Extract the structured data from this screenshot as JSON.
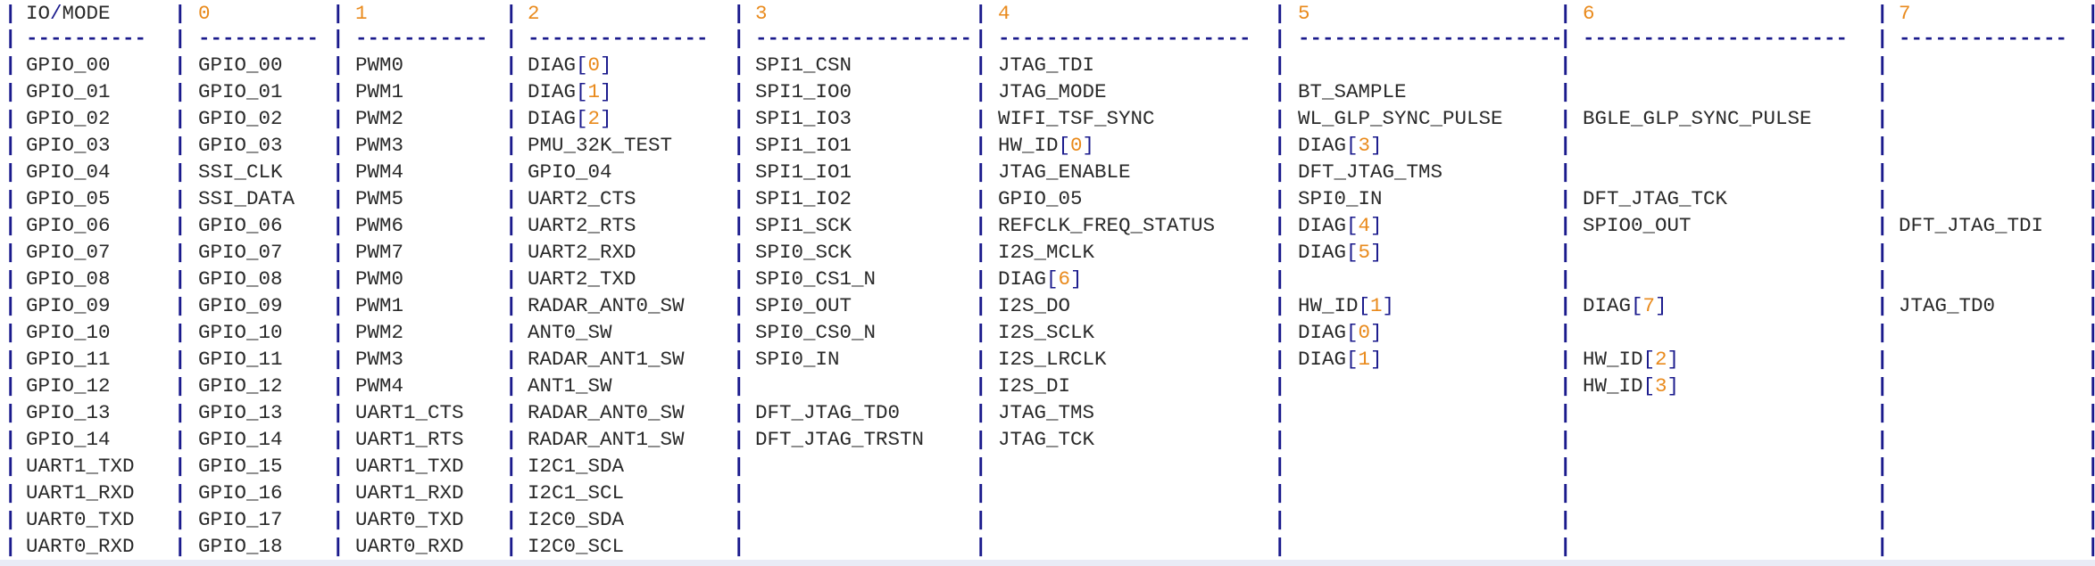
{
  "table": {
    "headers": [
      "IO/MODE",
      "0",
      "1",
      "2",
      "3",
      "4",
      "5",
      "6",
      "7"
    ],
    "rows": [
      [
        "GPIO_00",
        "GPIO_00",
        "PWM0",
        "DIAG[0]",
        "SPI1_CSN",
        "JTAG_TDI",
        "",
        "",
        ""
      ],
      [
        "GPIO_01",
        "GPIO_01",
        "PWM1",
        "DIAG[1]",
        "SPI1_IO0",
        "JTAG_MODE",
        "BT_SAMPLE",
        "",
        ""
      ],
      [
        "GPIO_02",
        "GPIO_02",
        "PWM2",
        "DIAG[2]",
        "SPI1_IO3",
        "WIFI_TSF_SYNC",
        "WL_GLP_SYNC_PULSE",
        "BGLE_GLP_SYNC_PULSE",
        ""
      ],
      [
        "GPIO_03",
        "GPIO_03",
        "PWM3",
        "PMU_32K_TEST",
        "SPI1_IO1",
        "HW_ID[0]",
        "DIAG[3]",
        "",
        ""
      ],
      [
        "GPIO_04",
        "SSI_CLK",
        "PWM4",
        "GPIO_04",
        "SPI1_IO1",
        "JTAG_ENABLE",
        "DFT_JTAG_TMS",
        "",
        ""
      ],
      [
        "GPIO_05",
        "SSI_DATA",
        "PWM5",
        "UART2_CTS",
        "SPI1_IO2",
        "GPIO_05",
        "SPI0_IN",
        "DFT_JTAG_TCK",
        ""
      ],
      [
        "GPIO_06",
        "GPIO_06",
        "PWM6",
        "UART2_RTS",
        "SPI1_SCK",
        "REFCLK_FREQ_STATUS",
        "DIAG[4]",
        "SPIO0_OUT",
        "DFT_JTAG_TDI"
      ],
      [
        "GPIO_07",
        "GPIO_07",
        "PWM7",
        "UART2_RXD",
        "SPI0_SCK",
        "I2S_MCLK",
        "DIAG[5]",
        "",
        ""
      ],
      [
        "GPIO_08",
        "GPIO_08",
        "PWM0",
        "UART2_TXD",
        "SPI0_CS1_N",
        "DIAG[6]",
        "",
        "",
        ""
      ],
      [
        "GPIO_09",
        "GPIO_09",
        "PWM1",
        "RADAR_ANT0_SW",
        "SPI0_OUT",
        "I2S_DO",
        "HW_ID[1]",
        "DIAG[7]",
        "JTAG_TD0"
      ],
      [
        "GPIO_10",
        "GPIO_10",
        "PWM2",
        "ANT0_SW",
        "SPI0_CS0_N",
        "I2S_SCLK",
        "DIAG[0]",
        "",
        ""
      ],
      [
        "GPIO_11",
        "GPIO_11",
        "PWM3",
        "RADAR_ANT1_SW",
        "SPI0_IN",
        "I2S_LRCLK",
        "DIAG[1]",
        "HW_ID[2]",
        ""
      ],
      [
        "GPIO_12",
        "GPIO_12",
        "PWM4",
        "ANT1_SW",
        "",
        "I2S_DI",
        "",
        "HW_ID[3]",
        ""
      ],
      [
        "GPIO_13",
        "GPIO_13",
        "UART1_CTS",
        "RADAR_ANT0_SW",
        "DFT_JTAG_TD0",
        "JTAG_TMS",
        "",
        "",
        ""
      ],
      [
        "GPIO_14",
        "GPIO_14",
        "UART1_RTS",
        "RADAR_ANT1_SW",
        "DFT_JTAG_TRSTN",
        "JTAG_TCK",
        "",
        "",
        ""
      ],
      [
        "UART1_TXD",
        "GPIO_15",
        "UART1_TXD",
        "I2C1_SDA",
        "",
        "",
        "",
        "",
        ""
      ],
      [
        "UART1_RXD",
        "GPIO_16",
        "UART1_RXD",
        "I2C1_SCL",
        "",
        "",
        "",
        "",
        ""
      ],
      [
        "UART0_TXD",
        "GPIO_17",
        "UART0_TXD",
        "I2C0_SDA",
        "",
        "",
        "",
        "",
        ""
      ],
      [
        "UART0_RXD",
        "GPIO_18",
        "UART0_RXD",
        "I2C0_SCL",
        "",
        "",
        "",
        "",
        ""
      ]
    ]
  },
  "colors": {
    "text": "#2a2a2a",
    "pipe": "#1a1a8c",
    "number_highlight": "#e98a1c",
    "background": "#ffffff",
    "bottom_strip": "#e9ebf6"
  }
}
